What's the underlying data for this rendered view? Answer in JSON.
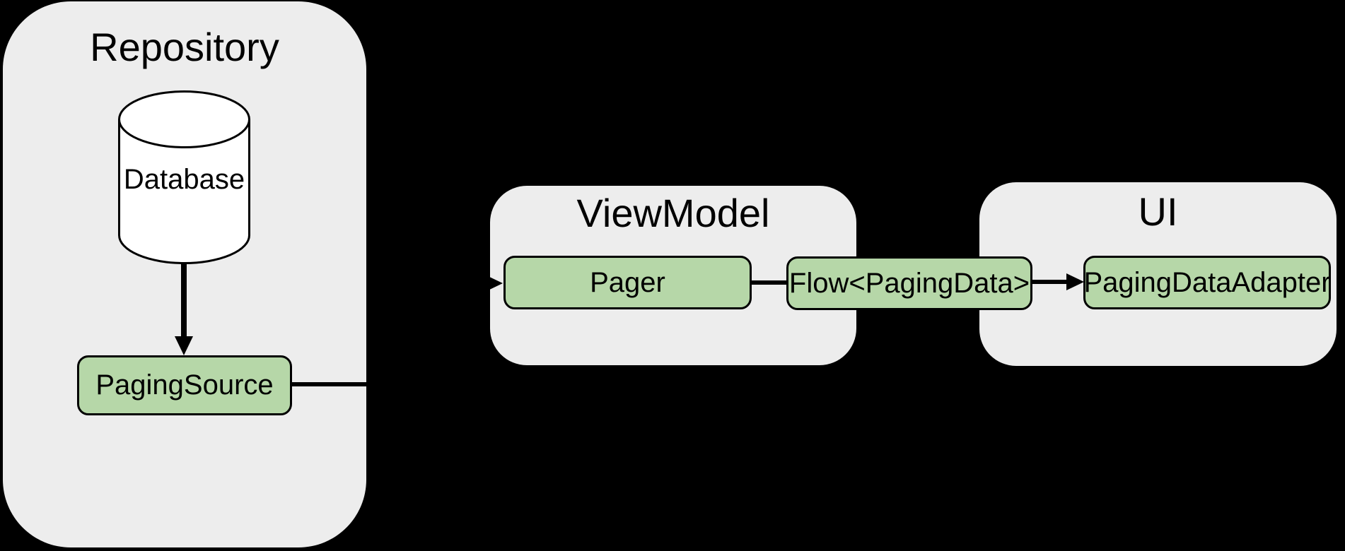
{
  "diagram": {
    "groups": {
      "repository": {
        "title": "Repository"
      },
      "viewmodel": {
        "title": "ViewModel"
      },
      "ui": {
        "title": "UI"
      }
    },
    "nodes": {
      "database": {
        "label": "Database",
        "shape": "cylinder"
      },
      "paging_source": {
        "label": "PagingSource"
      },
      "pager": {
        "label": "Pager"
      },
      "flow": {
        "label": "Flow<PagingData>"
      },
      "paging_data_adapter": {
        "label": "PagingDataAdapter"
      }
    },
    "connections": [
      {
        "from": "Database",
        "to": "PagingSource",
        "type": "arrow",
        "direction": "down"
      },
      {
        "from": "PagingSource",
        "to": "Pager",
        "type": "arrow",
        "direction": "right"
      },
      {
        "from": "Pager",
        "to": "Flow<PagingData>",
        "type": "line",
        "direction": "right"
      },
      {
        "from": "Flow<PagingData>",
        "to": "PagingDataAdapter",
        "type": "arrow",
        "direction": "right"
      }
    ],
    "colors": {
      "background": "#000000",
      "group_fill": "#ededed",
      "node_fill": "#b6d7a8",
      "node_stroke": "#000000",
      "cylinder_fill": "#ffffff",
      "connector": "#000000",
      "text": "#000000"
    }
  }
}
